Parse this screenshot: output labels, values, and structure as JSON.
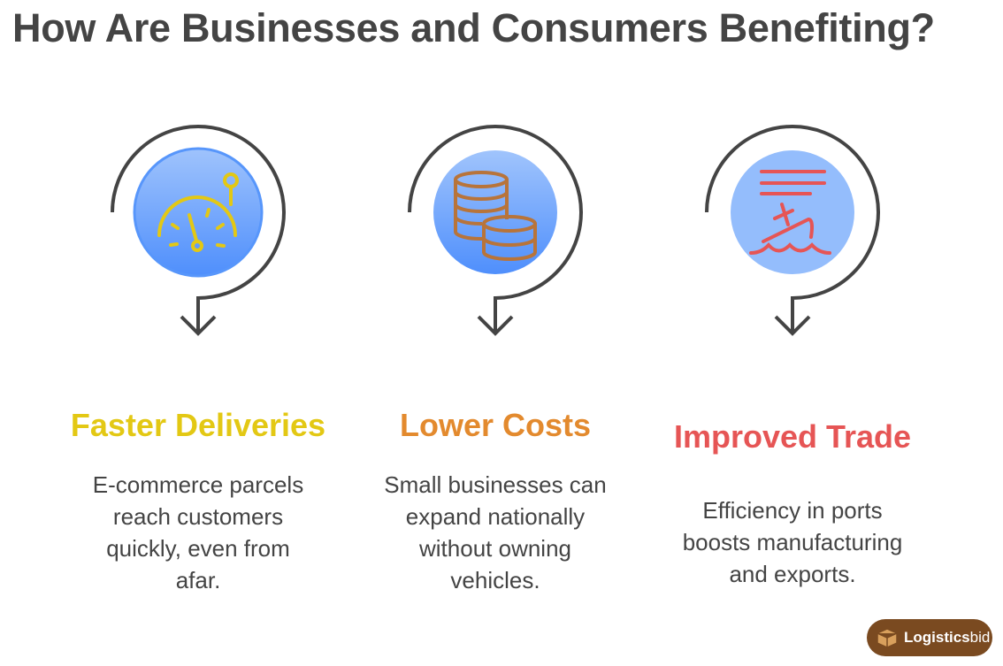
{
  "title": "How Are Businesses and Consumers Benefiting?",
  "items": [
    {
      "title": "Faster Deliveries",
      "lines": [
        "E-commerce parcels",
        "reach customers",
        "quickly, even from",
        "afar."
      ],
      "color": "#e3c814",
      "icon": "speedometer-icon"
    },
    {
      "title": "Lower Costs",
      "lines": [
        "Small businesses can",
        "expand nationally",
        "without owning",
        "vehicles."
      ],
      "color": "#e38a2e",
      "icon": "coins-icon"
    },
    {
      "title": "Improved Trade",
      "lines": [
        "Efficiency in ports",
        "boosts manufacturing",
        "and exports."
      ],
      "color": "#e65555",
      "icon": "ship-icon"
    }
  ],
  "logo": {
    "bold": "Logistics",
    "light": "bid"
  }
}
